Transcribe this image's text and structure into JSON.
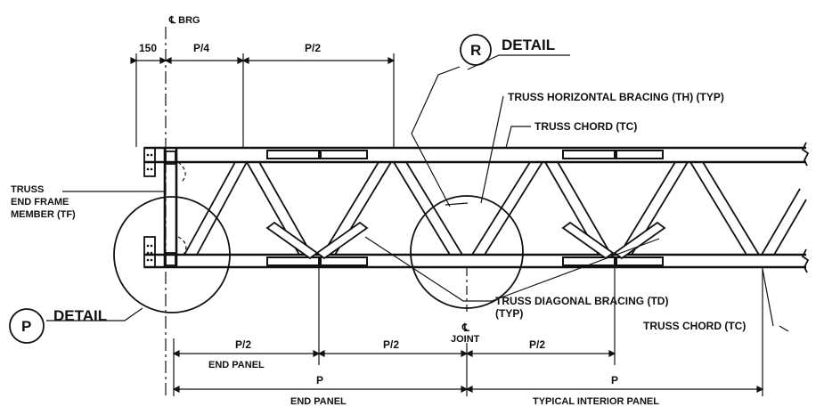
{
  "labels": {
    "bearing_cl": "℄ BRG",
    "dim_150": "150",
    "dim_p4": "P/4",
    "dim_p2_top": "P/2",
    "detail_r_letter": "R",
    "detail_r_text": "DETAIL",
    "th": "TRUSS HORIZONTAL BRACING (TH)  (TYP)",
    "tc_top": "TRUSS CHORD (TC)",
    "tf_line1": "TRUSS",
    "tf_line2": "END FRAME",
    "tf_line3": "MEMBER (TF)",
    "detail_p_letter": "P",
    "detail_p_text": "DETAIL",
    "td_line1": "TRUSS DIAGONAL BRACING (TD)",
    "td_line2": "(TYP)",
    "joint_cl": "℄",
    "joint": "JOINT",
    "tc_bottom": "TRUSS CHORD (TC)",
    "dim_p2_a": "P/2",
    "dim_p2_b": "P/2",
    "dim_p2_c": "P/2",
    "end_panel_half": "END PANEL",
    "dim_p_a": "P",
    "dim_p_b": "P",
    "end_panel": "END PANEL",
    "typical_panel": "TYPICAL INTERIOR PANEL"
  }
}
